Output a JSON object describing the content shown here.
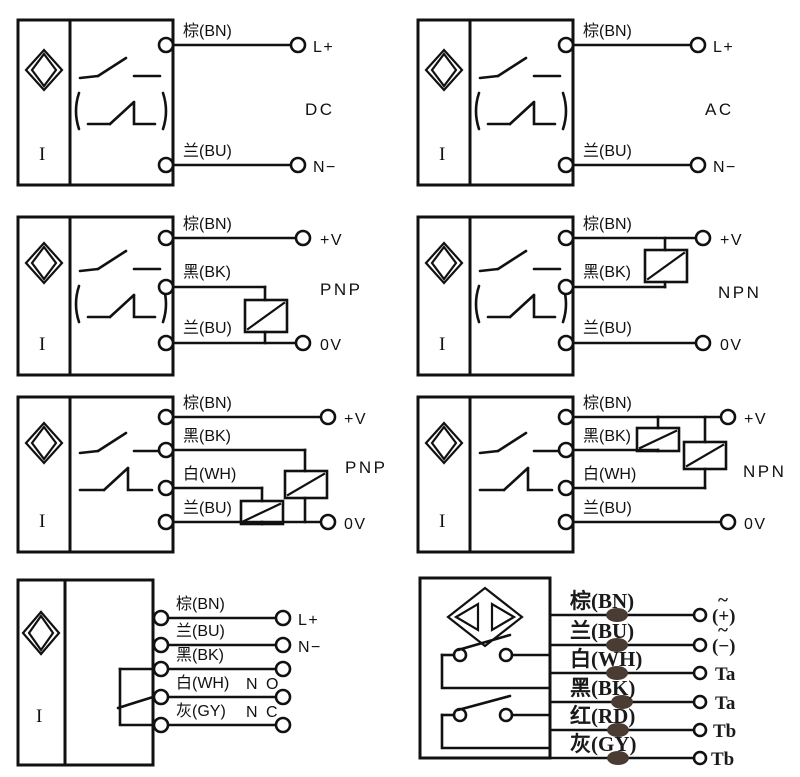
{
  "page": {
    "title": "Sensor Wiring Diagrams",
    "background": "#ffffff",
    "line_color": "#111111",
    "blob_color": "#4a3b33"
  },
  "labels": {
    "bn": "棕(BN)",
    "bu": "兰(BU)",
    "bk": "黑(BK)",
    "wh": "白(WH)",
    "gy": "灰(GY)",
    "rd": "红(RD)",
    "l_plus": "L+",
    "n_minus": "N−",
    "v_plus": "+V",
    "zero_v": "0V",
    "no": "N O",
    "nc": "N C",
    "ta": "Ta",
    "tb": "Tb",
    "ac_plus": "(+)",
    "ac_minus": "(−)",
    "tilde": "~",
    "imark": "I"
  },
  "diagrams": [
    {
      "id": "dc-2wire",
      "type_label": "DC",
      "position": "row1-left",
      "wires": [
        {
          "name": "bn",
          "label": "棕(BN)",
          "terminal": "L+"
        },
        {
          "name": "bu",
          "label": "兰(BU)",
          "terminal": "N−"
        }
      ],
      "sensor": {
        "symbol": "diamond",
        "mark": "I",
        "switches": [
          "no",
          "nc"
        ]
      }
    },
    {
      "id": "ac-2wire",
      "type_label": "AC",
      "position": "row1-right",
      "wires": [
        {
          "name": "bn",
          "label": "棕(BN)",
          "terminal": "L+"
        },
        {
          "name": "bu",
          "label": "兰(BU)",
          "terminal": "N−"
        }
      ],
      "sensor": {
        "symbol": "diamond",
        "mark": "I",
        "switches": [
          "no",
          "nc"
        ]
      }
    },
    {
      "id": "pnp-3wire",
      "type_label": "PNP",
      "position": "row2-left",
      "wires": [
        {
          "name": "bn",
          "label": "棕(BN)",
          "terminal": "+V"
        },
        {
          "name": "bk",
          "label": "黑(BK)",
          "terminal": ""
        },
        {
          "name": "bu",
          "label": "兰(BU)",
          "terminal": "0V"
        }
      ],
      "loads": 1,
      "sensor": {
        "symbol": "diamond",
        "mark": "I",
        "switches": [
          "no",
          "nc"
        ]
      }
    },
    {
      "id": "npn-3wire",
      "type_label": "NPN",
      "position": "row2-right",
      "wires": [
        {
          "name": "bn",
          "label": "棕(BN)",
          "terminal": "+V"
        },
        {
          "name": "bk",
          "label": "黑(BK)",
          "terminal": ""
        },
        {
          "name": "bu",
          "label": "兰(BU)",
          "terminal": "0V"
        }
      ],
      "loads": 1,
      "sensor": {
        "symbol": "diamond",
        "mark": "I",
        "switches": [
          "no",
          "nc"
        ]
      }
    },
    {
      "id": "pnp-4wire",
      "type_label": "PNP",
      "position": "row3-left",
      "wires": [
        {
          "name": "bn",
          "label": "棕(BN)",
          "terminal": "+V"
        },
        {
          "name": "bk",
          "label": "黑(BK)",
          "terminal": ""
        },
        {
          "name": "wh",
          "label": "白(WH)",
          "terminal": ""
        },
        {
          "name": "bu",
          "label": "兰(BU)",
          "terminal": "0V"
        }
      ],
      "loads": 2,
      "sensor": {
        "symbol": "diamond",
        "mark": "I",
        "switches": [
          "no",
          "nc"
        ]
      }
    },
    {
      "id": "npn-4wire",
      "type_label": "NPN",
      "position": "row3-right",
      "wires": [
        {
          "name": "bn",
          "label": "棕(BN)",
          "terminal": "+V"
        },
        {
          "name": "bk",
          "label": "黑(BK)",
          "terminal": ""
        },
        {
          "name": "wh",
          "label": "白(WH)",
          "terminal": ""
        },
        {
          "name": "bu",
          "label": "兰(BU)",
          "terminal": "0V"
        }
      ],
      "loads": 2,
      "sensor": {
        "symbol": "diamond",
        "mark": "I",
        "switches": [
          "no",
          "nc"
        ]
      }
    },
    {
      "id": "relay-5wire",
      "type_label": "",
      "position": "row4-left",
      "wires": [
        {
          "name": "bn",
          "label": "棕(BN)",
          "terminal": "L+",
          "contact": ""
        },
        {
          "name": "bu",
          "label": "兰(BU)",
          "terminal": "N−",
          "contact": ""
        },
        {
          "name": "bk",
          "label": "黑(BK)",
          "terminal": "",
          "contact": ""
        },
        {
          "name": "wh",
          "label": "白(WH)",
          "terminal": "",
          "contact": "N O"
        },
        {
          "name": "gy",
          "label": "灰(GY)",
          "terminal": "",
          "contact": "N C"
        }
      ],
      "sensor": {
        "symbol": "diamond",
        "mark": "I"
      }
    },
    {
      "id": "relay-6wire",
      "type_label": "",
      "position": "row4-right",
      "wires": [
        {
          "name": "bn",
          "label": "棕(BN)",
          "terminal_tilde": "~",
          "terminal": "(+)"
        },
        {
          "name": "bu",
          "label": "兰(BU)",
          "terminal_tilde": "~",
          "terminal": "(−)"
        },
        {
          "name": "wh",
          "label": "白(WH)",
          "terminal_tilde": "",
          "terminal": "Ta"
        },
        {
          "name": "bk",
          "label": "黑(BK)",
          "terminal_tilde": "",
          "terminal": "Ta"
        },
        {
          "name": "rd",
          "label": "红(RD)",
          "terminal_tilde": "",
          "terminal": "Tb"
        },
        {
          "name": "gy",
          "label": "灰(GY)",
          "terminal_tilde": "",
          "terminal": "Tb"
        }
      ],
      "sensor": {
        "symbol": "diamond-triangles",
        "relays": 2
      }
    }
  ]
}
